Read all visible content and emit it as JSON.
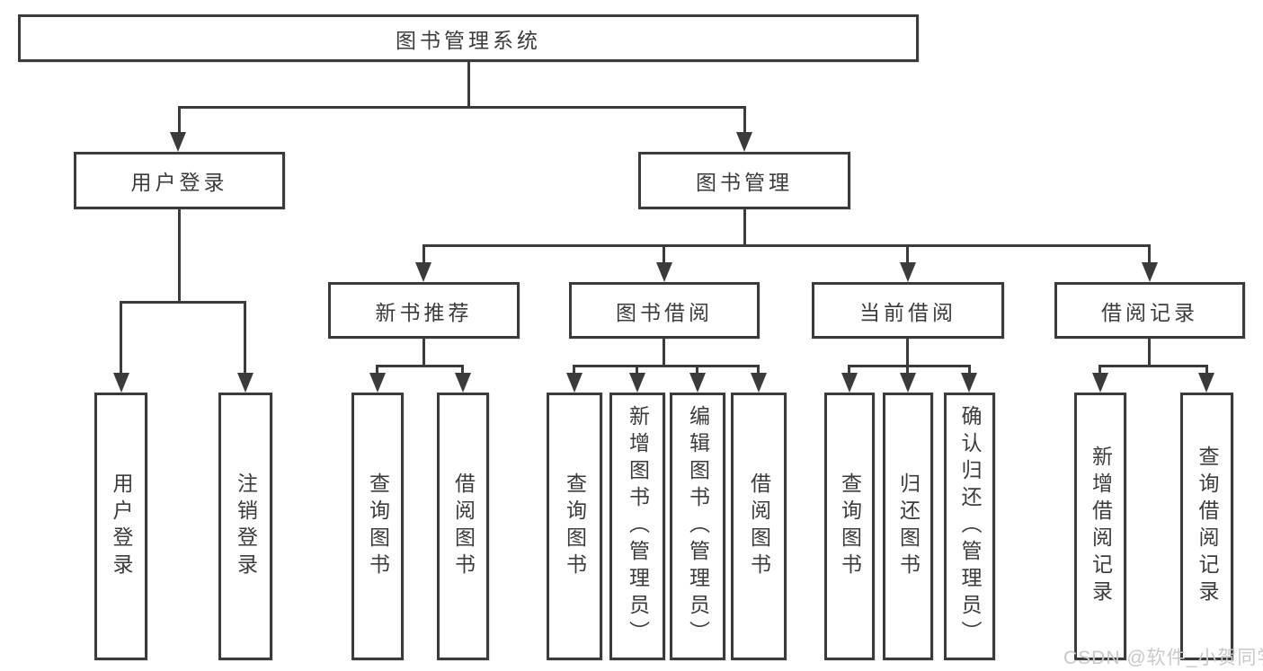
{
  "diagram": {
    "title_node": {
      "label": "图书管理系统"
    },
    "level2": [
      {
        "id": "user-login",
        "label": "用户登录"
      },
      {
        "id": "book-management",
        "label": "图书管理"
      }
    ],
    "level3": [
      {
        "id": "new-book-recommend",
        "label": "新书推荐"
      },
      {
        "id": "book-borrow",
        "label": "图书借阅"
      },
      {
        "id": "current-borrow",
        "label": "当前借阅"
      },
      {
        "id": "borrow-records",
        "label": "借阅记录"
      }
    ],
    "leaves": [
      {
        "parent": "user-login",
        "label": "用户登录"
      },
      {
        "parent": "user-login",
        "label": "注销登录"
      },
      {
        "parent": "new-book-recommend",
        "label": "查询图书"
      },
      {
        "parent": "new-book-recommend",
        "label": "借阅图书"
      },
      {
        "parent": "book-borrow",
        "label": "查询图书"
      },
      {
        "parent": "book-borrow",
        "label": "新增图书（管理员）"
      },
      {
        "parent": "book-borrow",
        "label": "编辑图书（管理员）"
      },
      {
        "parent": "book-borrow",
        "label": "借阅图书"
      },
      {
        "parent": "current-borrow",
        "label": "查询图书"
      },
      {
        "parent": "current-borrow",
        "label": "归还图书"
      },
      {
        "parent": "current-borrow",
        "label": "确认归还（管理员）"
      },
      {
        "parent": "borrow-records",
        "label": "新增借阅记录"
      },
      {
        "parent": "borrow-records",
        "label": "查询借阅记录"
      }
    ]
  },
  "watermark": {
    "text": "CSDN @软件_小贺同学",
    "color": "#c9c9c9"
  },
  "colors": {
    "line": "#3b3b3b",
    "text": "#3c3c3c",
    "background": "#ffffff"
  }
}
